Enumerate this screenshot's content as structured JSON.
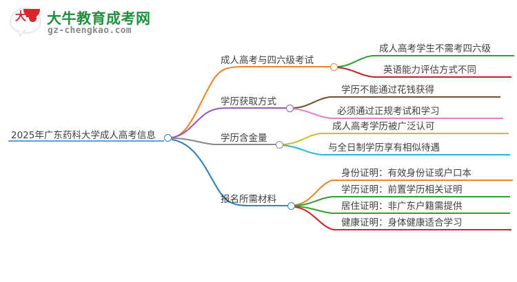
{
  "logo": {
    "mark_text": "大牛",
    "title": "大牛教育成考网",
    "domain": "gz-chengkao.com",
    "brand_green": "#1e8f3c",
    "brand_red": "#d9262c",
    "domain_gray": "#888888"
  },
  "mindmap": {
    "root": {
      "label": "2025年广东药科大学成人高考信息",
      "color": "#2f7fc1"
    },
    "branches": [
      {
        "label": "成人高考与四六级考试",
        "color": "#ef8424",
        "children": [
          {
            "label": "成人高考学生不需考四六级",
            "color": "#2da02d"
          },
          {
            "label": "英语能力评估方式不同",
            "color": "#c02026"
          }
        ]
      },
      {
        "label": "学历获取方式",
        "color": "#9a56c4",
        "children": [
          {
            "label": "学历不能通过花钱获得",
            "color": "#7a4a2e"
          },
          {
            "label": "必须通过正规考试和学习",
            "color": "#e87fc0"
          }
        ]
      },
      {
        "label": "学历含金量",
        "color": "#8a8a8a",
        "children": [
          {
            "label": "成人高考学历被广泛认可",
            "color": "#c8bf2a"
          },
          {
            "label": "与全日制学历享有相似待遇",
            "color": "#28b8d8"
          }
        ]
      },
      {
        "label": "报名所需材料",
        "color": "#2f7fc1",
        "children": [
          {
            "label": "身份证明：有效身份证或户口本",
            "color": "#ef8424"
          },
          {
            "label": "学历证明：前置学历相关证明",
            "color": "#2da02d"
          },
          {
            "label": "居住证明：非广东户籍需提供",
            "color": "#2da02d"
          },
          {
            "label": "健康证明：身体健康适合学习",
            "color": "#d62027"
          }
        ]
      }
    ]
  }
}
